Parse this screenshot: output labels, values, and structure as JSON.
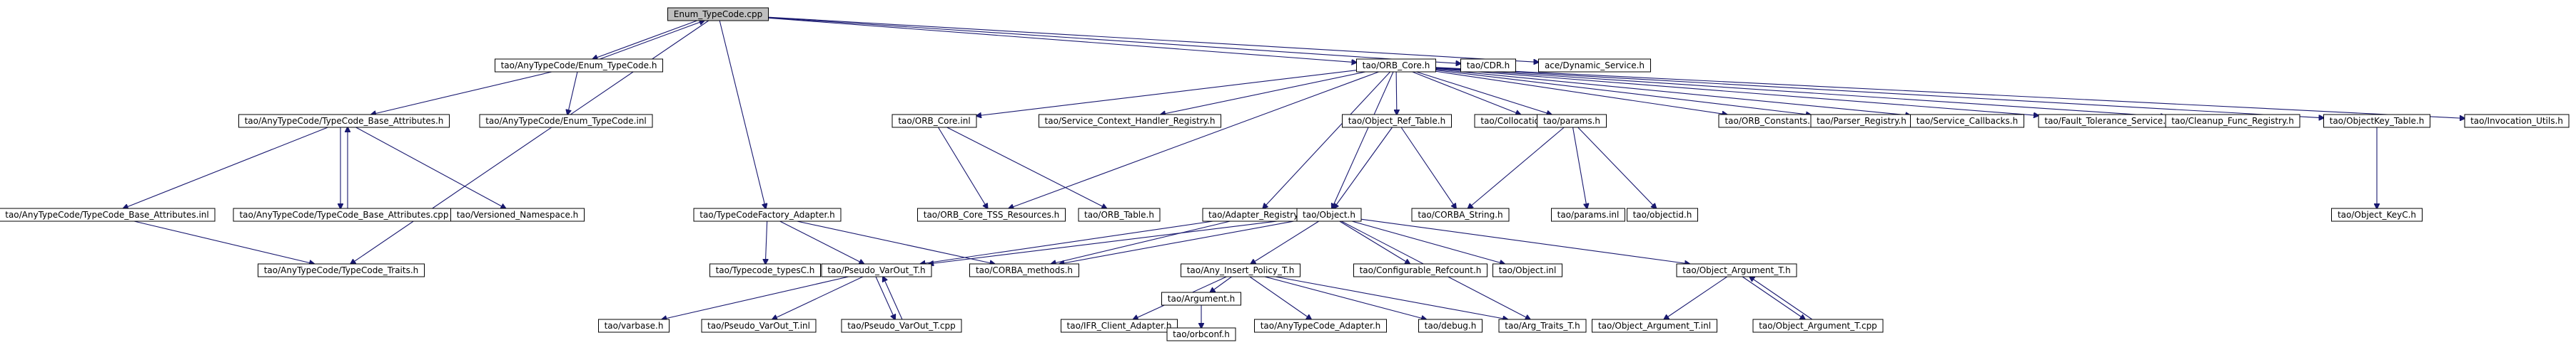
{
  "nodes": [
    {
      "id": "n0",
      "label": "Enum_TypeCode.cpp"
    },
    {
      "id": "n1",
      "label": "tao/AnyTypeCode/Enum_TypeCode.h"
    },
    {
      "id": "n2",
      "label": "tao/AnyTypeCode/TypeCode_Base_Attributes.h"
    },
    {
      "id": "n3",
      "label": "tao/AnyTypeCode/Enum_TypeCode.inl"
    },
    {
      "id": "n4",
      "label": "tao/AnyTypeCode/TypeCode_Base_Attributes.inl"
    },
    {
      "id": "n5",
      "label": "tao/AnyTypeCode/TypeCode_Base_Attributes.cpp"
    },
    {
      "id": "n6",
      "label": "tao/Versioned_Namespace.h"
    },
    {
      "id": "n7",
      "label": "tao/AnyTypeCode/TypeCode_Traits.h"
    },
    {
      "id": "n8",
      "label": "tao/TypeCodeFactory_Adapter.h"
    },
    {
      "id": "n9",
      "label": "tao/Typecode_typesC.h"
    },
    {
      "id": "n10",
      "label": "tao/Pseudo_VarOut_T.h"
    },
    {
      "id": "n11",
      "label": "tao/CORBA_methods.h"
    },
    {
      "id": "n12",
      "label": "tao/varbase.h"
    },
    {
      "id": "n13",
      "label": "tao/Pseudo_VarOut_T.inl"
    },
    {
      "id": "n14",
      "label": "tao/Pseudo_VarOut_T.cpp"
    },
    {
      "id": "n15",
      "label": "tao/ORB_Core.h"
    },
    {
      "id": "n16",
      "label": "tao/CDR.h"
    },
    {
      "id": "n17",
      "label": "ace/Dynamic_Service.h"
    },
    {
      "id": "n18",
      "label": "tao/ORB_Core.inl"
    },
    {
      "id": "n19",
      "label": "tao/Service_Context_Handler_Registry.h"
    },
    {
      "id": "n20",
      "label": "tao/ORB_Core_TSS_Resources.h"
    },
    {
      "id": "n21",
      "label": "tao/ORB_Table.h"
    },
    {
      "id": "n22",
      "label": "tao/Adapter_Registry.h"
    },
    {
      "id": "n23",
      "label": "tao/Object_Ref_Table.h"
    },
    {
      "id": "n24",
      "label": "tao/Object.h"
    },
    {
      "id": "n25",
      "label": "tao/Collocation_Strategy.h"
    },
    {
      "id": "n26",
      "label": "tao/params.h"
    },
    {
      "id": "n27",
      "label": "tao/CORBA_String.h"
    },
    {
      "id": "n28",
      "label": "tao/params.inl"
    },
    {
      "id": "n29",
      "label": "tao/objectid.h"
    },
    {
      "id": "n30",
      "label": "tao/ORB_Constants.h"
    },
    {
      "id": "n31",
      "label": "tao/Parser_Registry.h"
    },
    {
      "id": "n32",
      "label": "tao/Service_Callbacks.h"
    },
    {
      "id": "n33",
      "label": "tao/Fault_Tolerance_Service.h"
    },
    {
      "id": "n34",
      "label": "tao/Cleanup_Func_Registry.h"
    },
    {
      "id": "n35",
      "label": "tao/ObjectKey_Table.h"
    },
    {
      "id": "n36",
      "label": "tao/Object_KeyC.h"
    },
    {
      "id": "n37",
      "label": "tao/Invocation_Utils.h"
    },
    {
      "id": "n38",
      "label": "tao/Any_Insert_Policy_T.h"
    },
    {
      "id": "n39",
      "label": "tao/Configurable_Refcount.h"
    },
    {
      "id": "n40",
      "label": "tao/Object.inl"
    },
    {
      "id": "n41",
      "label": "tao/Object_Argument_T.h"
    },
    {
      "id": "n42",
      "label": "tao/IFR_Client_Adapter.h"
    },
    {
      "id": "n43",
      "label": "tao/Argument.h"
    },
    {
      "id": "n44",
      "label": "tao/AnyTypeCode_Adapter.h"
    },
    {
      "id": "n45",
      "label": "tao/debug.h"
    },
    {
      "id": "n46",
      "label": "tao/Arg_Traits_T.h"
    },
    {
      "id": "n47",
      "label": "tao/orbconf.h"
    },
    {
      "id": "n48",
      "label": "tao/Object_Argument_T.inl"
    },
    {
      "id": "n49",
      "label": "tao/Object_Argument_T.cpp"
    }
  ],
  "edges": [
    [
      "n0",
      "n1"
    ],
    [
      "n0",
      "n15"
    ],
    [
      "n0",
      "n16"
    ],
    [
      "n0",
      "n17"
    ],
    [
      "n0",
      "n8"
    ],
    [
      "n0",
      "n7"
    ],
    [
      "n1",
      "n0"
    ],
    [
      "n1",
      "n2"
    ],
    [
      "n1",
      "n3"
    ],
    [
      "n2",
      "n4"
    ],
    [
      "n2",
      "n5"
    ],
    [
      "n2",
      "n6"
    ],
    [
      "n4",
      "n7"
    ],
    [
      "n5",
      "n2"
    ],
    [
      "n8",
      "n9"
    ],
    [
      "n8",
      "n10"
    ],
    [
      "n8",
      "n11"
    ],
    [
      "n10",
      "n12"
    ],
    [
      "n10",
      "n13"
    ],
    [
      "n10",
      "n14"
    ],
    [
      "n14",
      "n10"
    ],
    [
      "n15",
      "n18"
    ],
    [
      "n15",
      "n19"
    ],
    [
      "n15",
      "n20"
    ],
    [
      "n15",
      "n22"
    ],
    [
      "n15",
      "n23"
    ],
    [
      "n15",
      "n24"
    ],
    [
      "n15",
      "n25"
    ],
    [
      "n15",
      "n26"
    ],
    [
      "n15",
      "n30"
    ],
    [
      "n15",
      "n31"
    ],
    [
      "n15",
      "n32"
    ],
    [
      "n15",
      "n33"
    ],
    [
      "n15",
      "n34"
    ],
    [
      "n15",
      "n35"
    ],
    [
      "n15",
      "n37"
    ],
    [
      "n18",
      "n20"
    ],
    [
      "n18",
      "n21"
    ],
    [
      "n22",
      "n10"
    ],
    [
      "n22",
      "n11"
    ],
    [
      "n23",
      "n24"
    ],
    [
      "n23",
      "n27"
    ],
    [
      "n26",
      "n27"
    ],
    [
      "n26",
      "n28"
    ],
    [
      "n26",
      "n29"
    ],
    [
      "n35",
      "n36"
    ],
    [
      "n24",
      "n10"
    ],
    [
      "n24",
      "n11"
    ],
    [
      "n24",
      "n38"
    ],
    [
      "n24",
      "n39"
    ],
    [
      "n24",
      "n40"
    ],
    [
      "n24",
      "n41"
    ],
    [
      "n24",
      "n46"
    ],
    [
      "n38",
      "n42"
    ],
    [
      "n38",
      "n43"
    ],
    [
      "n38",
      "n44"
    ],
    [
      "n38",
      "n45"
    ],
    [
      "n38",
      "n46"
    ],
    [
      "n43",
      "n47"
    ],
    [
      "n41",
      "n48"
    ],
    [
      "n41",
      "n49"
    ],
    [
      "n49",
      "n41"
    ]
  ]
}
